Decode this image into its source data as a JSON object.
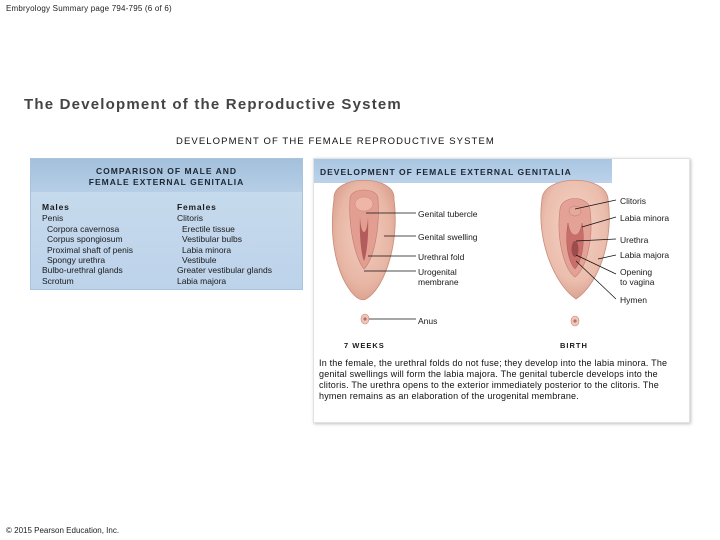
{
  "header": {
    "text": "Embryology Summary page 794-795 (6 of 6)"
  },
  "slide": {
    "title": "The Development of the Reproductive System",
    "section": "DEVELOPMENT OF THE FEMALE REPRODUCTIVE SYSTEM"
  },
  "comparison": {
    "title_line1": "COMPARISON OF MALE AND",
    "title_line2": "FEMALE EXTERNAL GENITALIA",
    "males": {
      "heading": "Males",
      "items": [
        "Penis",
        "Corpora cavernosa",
        "Corpus spongiosum",
        "Proximal shaft of penis",
        "Spongy urethra",
        "Bulbo-urethral glands",
        "Scrotum"
      ]
    },
    "females": {
      "heading": "Females",
      "items": [
        "Clitoris",
        "Erectile tissue",
        "Vestibular bulbs",
        "Labia minora",
        "Vestibule",
        "Greater vestibular glands",
        "Labia majora"
      ]
    }
  },
  "figure": {
    "title": "DEVELOPMENT OF FEMALE EXTERNAL GENITALIA",
    "left_labels": {
      "genital_tubercle": "Genital tubercle",
      "genital_swelling": "Genital swelling",
      "urethral_fold": "Urethral fold",
      "urogenital_membrane_line1": "Urogenital",
      "urogenital_membrane_line2": "membrane",
      "anus": "Anus"
    },
    "right_labels": {
      "clitoris": "Clitoris",
      "labia_minora": "Labia minora",
      "urethra": "Urethra",
      "labia_majora": "Labia majora",
      "opening_line1": "Opening",
      "opening_line2": "to vagina",
      "hymen": "Hymen"
    },
    "stages": {
      "left": "7 WEEKS",
      "right": "BIRTH"
    },
    "caption": "In the female, the urethral folds do not fuse; they develop into the labia minora. The genital swellings will form the labia majora. The genital tubercle develops into the clitoris. The urethra opens to the exterior immediately posterior to the clitoris. The hymen remains as an elaboration of the urogenital membrane."
  },
  "footer": {
    "copyright": "© 2015 Pearson Education, Inc."
  },
  "colors": {
    "panel_blue": "#bdd3ea",
    "banner_blue": "#a9c6e1",
    "tissue_outer": "#ecc3b4",
    "tissue_inner": "#d98a86"
  }
}
